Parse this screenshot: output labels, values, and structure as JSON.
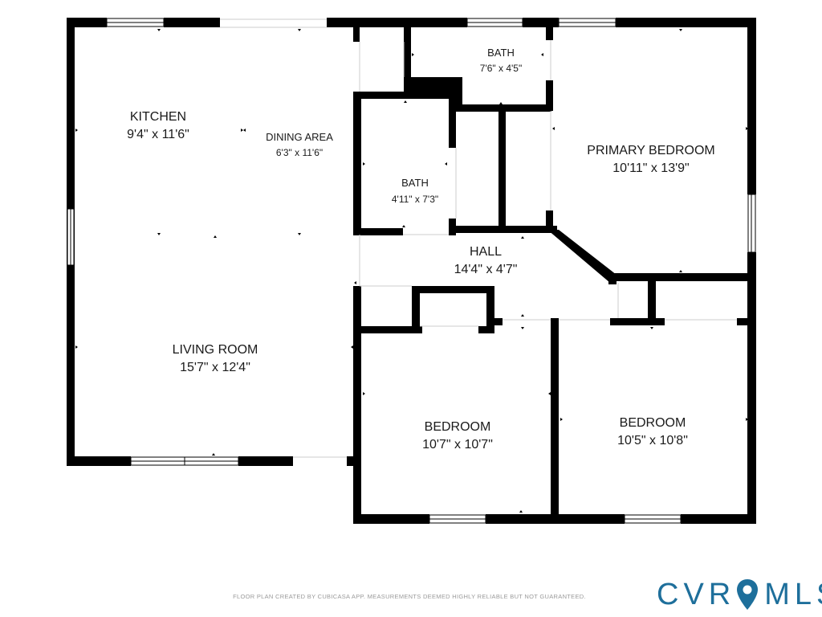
{
  "rooms": {
    "kitchen": {
      "name": "KITCHEN",
      "dim": "9'4\" x 11'6\""
    },
    "dining": {
      "name": "DINING AREA",
      "dim": "6'3\" x 11'6\""
    },
    "bath_top": {
      "name": "BATH",
      "dim": "7'6\" x 4'5\""
    },
    "bath_mid": {
      "name": "BATH",
      "dim": "4'11\" x 7'3\""
    },
    "primary_bedroom": {
      "name": "PRIMARY BEDROOM",
      "dim": "10'11\" x 13'9\""
    },
    "hall": {
      "name": "HALL",
      "dim": "14'4\" x 4'7\""
    },
    "living_room": {
      "name": "LIVING ROOM",
      "dim": "15'7\" x 12'4\""
    },
    "bedroom_left": {
      "name": "BEDROOM",
      "dim": "10'7\" x 10'7\""
    },
    "bedroom_right": {
      "name": "BEDROOM",
      "dim": "10'5\" x 10'8\""
    }
  },
  "footer": {
    "disclaimer": "FLOOR PLAN CREATED BY CUBICASA APP. MEASUREMENTS DEEMED HIGHLY RELIABLE BUT NOT GUARANTEED.",
    "logo_text_left": "CVR",
    "logo_text_right": "MLS",
    "logo_icon": "map-pin-icon"
  },
  "colors": {
    "wall": "#000000",
    "brand": "#1e6f9b"
  }
}
